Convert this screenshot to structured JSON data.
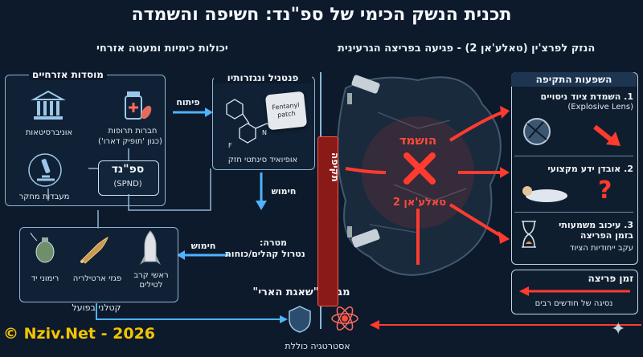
{
  "title": "תכנית הנשק הכימי של ספ\"נד: חשיפה והשמדה",
  "left_section": {
    "heading": "יכולות כימיות ומעטה אזרחי",
    "civil_box": {
      "header": "מוסדות אזרחיים",
      "universities": "אוניברסיטאות",
      "pharma": "חברות תרופות",
      "pharma_note": "(כגון 'תופיק דארו')",
      "labs": "מעבדות מחקר",
      "spnd": "ספ\"נד",
      "spnd_en": "(SPND)"
    },
    "fentanyl_box": {
      "header": "פנטניל ונגזרותיו",
      "patch_label": "Fentanyl patch",
      "caption": "אופיואיד סינתטי חזק"
    },
    "develop_label": "פיתוח",
    "weaponize_label": "חימוש",
    "weaponize_label2": "חימוש",
    "weapons_box": {
      "hand_grenades": "רימוני יד",
      "artillery": "פגזי ארטילריה",
      "missile_warheads": "ראשי קרב לטילים",
      "footer": "קטלני בפועל"
    },
    "target_label": "מטרה:",
    "target_text": "נטרול קהלים/כוחות",
    "operation_label": "מבצע \"שאגת הארי\"",
    "strategy_label": "אסטרטגיה כוללת"
  },
  "attack_bar": "תקיפה",
  "right_section": {
    "heading": "הנזק לפרצ'ין (טאלע'אן 2) - פגיעה בפריצה הגרעינית",
    "destroyed": "הושמד",
    "site": "טאלע'אן 2",
    "impacts_header": "השפעות התקיפה",
    "impacts": [
      {
        "label": "1. השמדת ציוד ניסויים",
        "sub": "(Explosive Lens)"
      },
      {
        "label": "2. אובדן ידע מקצועי",
        "sub": ""
      },
      {
        "label": "3. עיכוב משמעותי בזמן הפריצה",
        "sub": "עקב ייחודיות הציוד"
      }
    ],
    "breakout": {
      "header": "זמן פריצה",
      "text": "נסיגה של חודשים רבים"
    }
  },
  "watermark": "© Nziv.Net - 2026",
  "colors": {
    "background": "#0c1a2b",
    "accent_blue": "#4fb3ff",
    "danger": "#ff3b30",
    "watermark": "#f4c400"
  }
}
